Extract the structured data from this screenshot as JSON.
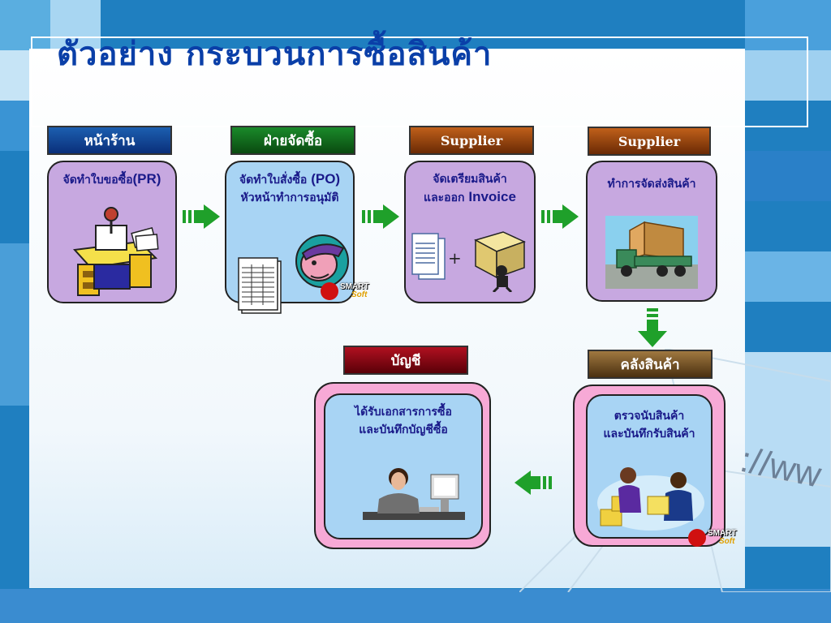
{
  "title": "ตัวอย่าง กระบวนการซื้อสินค้า",
  "colors": {
    "title": "#0a3fa8",
    "step_text": "#1a1a8a",
    "arrow": "#1fa02a"
  },
  "steps": [
    {
      "header": "หน้าร้าน",
      "text": "จัดทำใบขอซื้อ",
      "text_en": "(PR)",
      "icon": "desk-icon"
    },
    {
      "header": "ฝ่ายจัดซื้อ",
      "line1": "จัดทำใบสั่งซื้อ ",
      "line1_en": "(PO)",
      "line2": "หัวหน้าทำการอนุมัติ",
      "icon": "approver-icon"
    },
    {
      "header": "Supplier",
      "line1": "จัดเตรียมสินค้า",
      "line2": "และออก ",
      "line2_en": "Invoice",
      "plus": "+",
      "icon": "documents-box-icon"
    },
    {
      "header": "Supplier",
      "text": "ทำการจัดส่งสินค้า",
      "icon": "delivery-truck-icon"
    },
    {
      "header": "คลังสินค้า",
      "line1": "ตรวจนับสินค้า",
      "line2": "และบันทึกรับสินค้า",
      "icon": "warehouse-staff-icon"
    },
    {
      "header": "บัญชี",
      "line1": "ได้รับเอกสารการซื้อ",
      "line2": "และบันทึกบัญชีซื้อ",
      "icon": "accountant-icon"
    }
  ],
  "logo": {
    "line1": "SMART",
    "line2": "Soft"
  },
  "background_text": "://ww"
}
